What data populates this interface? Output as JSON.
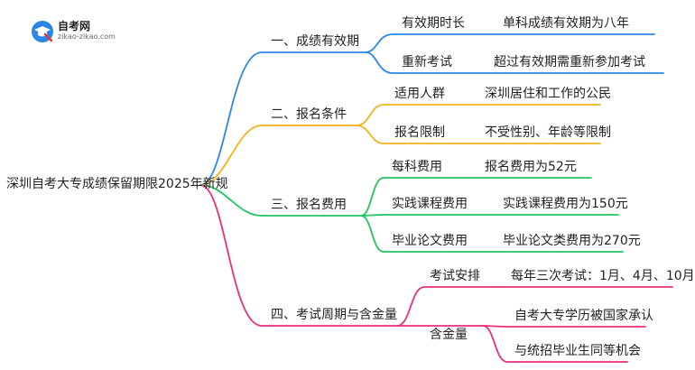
{
  "logo": {
    "name": "自考网",
    "url": "zikao-zikao.com"
  },
  "root": "深圳自考大专成绩保留期限2025年新规",
  "branches": [
    {
      "label": "一、成绩有效期",
      "color": "#2b87e3",
      "children": [
        {
          "label": "有效期时长",
          "leaf": "单科成绩有效期为八年"
        },
        {
          "label": "重新考试",
          "leaf": "超过有效期需重新参加考试"
        }
      ]
    },
    {
      "label": "二、报名条件",
      "color": "#f0b31c",
      "children": [
        {
          "label": "适用人群",
          "leaf": "深圳居住和工作的公民"
        },
        {
          "label": "报名限制",
          "leaf": "不受性别、年龄等限制"
        }
      ]
    },
    {
      "label": "三、报名费用",
      "color": "#22c55e",
      "children": [
        {
          "label": "每科费用",
          "leaf": "报名费用为52元"
        },
        {
          "label": "实践课程费用",
          "leaf": "实践课程费用为150元"
        },
        {
          "label": "毕业论文费用",
          "leaf": "毕业论文类费用为270元"
        }
      ]
    },
    {
      "label": "四、考试周期与含金量",
      "color": "#ec2f7b",
      "children": [
        {
          "label": "考试安排",
          "leaves": [
            "每年三次考试：1月、4月、10月"
          ]
        },
        {
          "label": "含金量",
          "leaves": [
            "自考大专学历被国家承认",
            "与统招毕业生同等机会"
          ]
        }
      ]
    }
  ]
}
